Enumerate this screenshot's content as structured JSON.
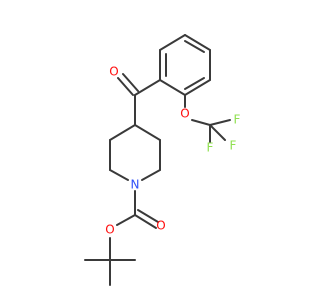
{
  "atoms": {
    "o_carbonyl": "O",
    "o_ether": "O",
    "o_ester_carbonyl": "O",
    "o_ester_single": "O",
    "n_piperidine": "N",
    "f1": "F",
    "f2": "F",
    "f3": "F"
  },
  "colors": {
    "oxygen": "#ff0d0d",
    "nitrogen": "#3050f8",
    "fluorine": "#90e050",
    "bond": "#3a3a3a"
  }
}
